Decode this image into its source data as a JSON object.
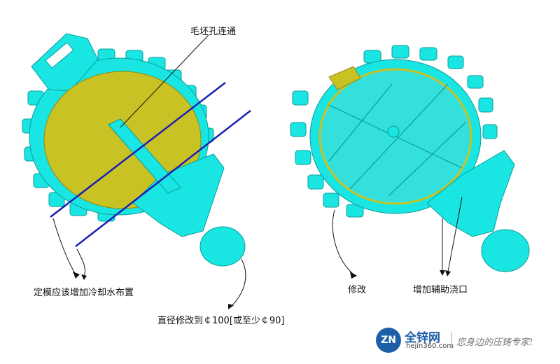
{
  "labels": {
    "mao_pi_kong": "毛坯孔连通",
    "ding_mo": "定模应该增加冷却水布置",
    "zhi_jing": "直径修改到￠100[或至少￠90]",
    "xiu_gai": "修改",
    "fu_zhu": "增加辅助浇口"
  },
  "brand": {
    "mark": "ZN",
    "name": "全锌网",
    "url": "hejin360.com",
    "slogan": "您身边的压铸专家!"
  },
  "colors": {
    "part": "#19e6e2",
    "part_dark": "#0bbcb8",
    "face": "#c9c224",
    "cooling_line": "#1a1fb5",
    "accent": "#1b5fa8"
  }
}
